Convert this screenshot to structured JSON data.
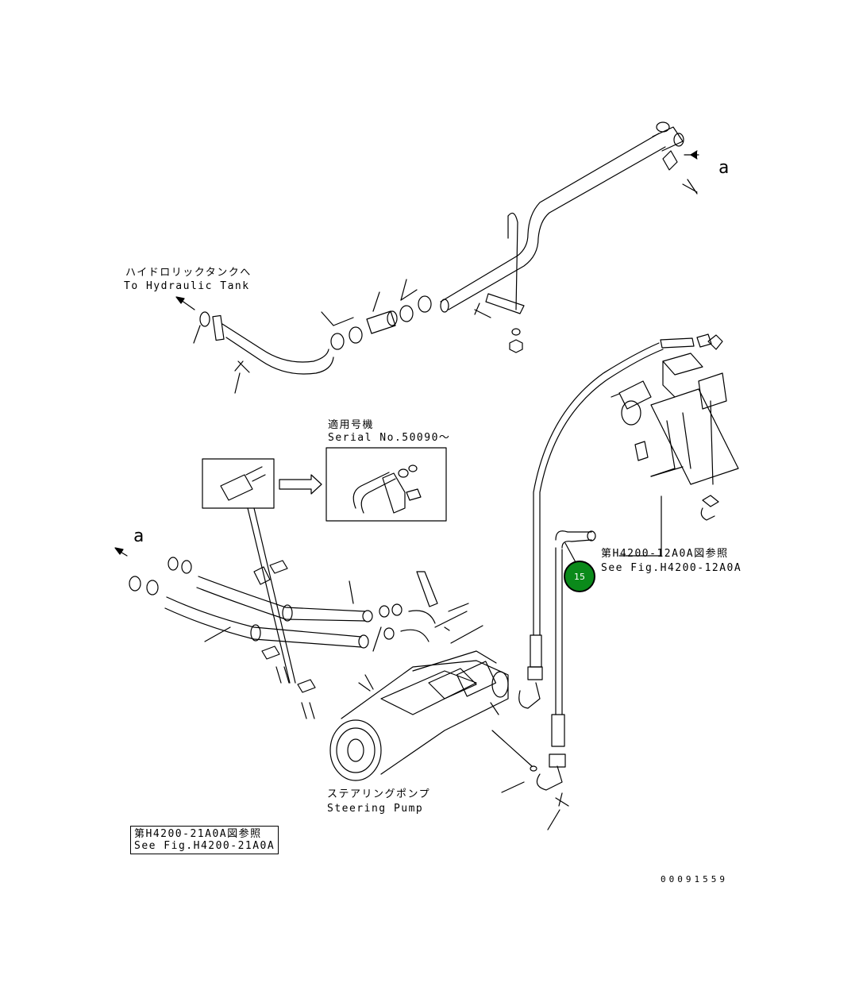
{
  "labels": {
    "to_tank_jp": "ハイドロリックタンクへ",
    "to_tank_en": "To Hydraulic Tank",
    "serial_jp": "適用号機",
    "serial_en": "Serial No.50090～",
    "fig12_jp": "第H4200-12A0A図参照",
    "fig12_en": "See Fig.H4200-12A0A",
    "pump_jp": "ステアリングポンプ",
    "pump_en": "Steering Pump",
    "fig21_jp": "第H4200-21A0A図参照",
    "fig21_en": "See Fig.H4200-21A0A",
    "ref_a_top": "a",
    "ref_a_left": "a",
    "drawing_number": "00091559"
  },
  "callouts": [
    {
      "number": "15",
      "color": "#0a8a1a"
    }
  ]
}
